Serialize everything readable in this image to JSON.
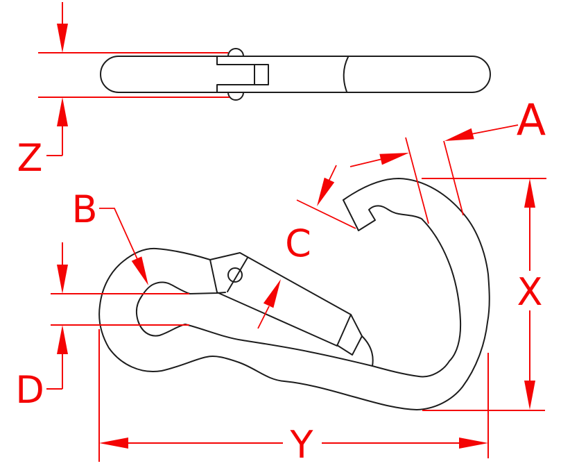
{
  "drawing": {
    "type": "technical-dimension-drawing",
    "subject": "spring snap hook carabiner, top profile view and front view",
    "colors": {
      "dimension": "#f40404",
      "outline": "#1c1c1c",
      "background": "#ffffff"
    },
    "labels": {
      "a": "A",
      "b": "B",
      "c": "C",
      "d": "D",
      "x": "X",
      "y": "Y",
      "z": "Z"
    }
  }
}
